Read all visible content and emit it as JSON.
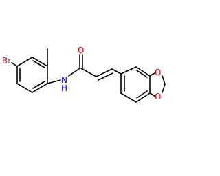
{
  "molecule": {
    "atoms": {
      "bromine": "Br",
      "amide_nitrogen": "N",
      "amide_hydrogen": "H",
      "carbonyl_oxygen": "O",
      "dioxole_oxygen_top": "O",
      "dioxole_oxygen_bottom": "O"
    },
    "colors": {
      "bond": "#000000",
      "bromine": "#a52a2a",
      "nitrogen": "#0000ff",
      "oxygen": "#ff0000"
    }
  }
}
